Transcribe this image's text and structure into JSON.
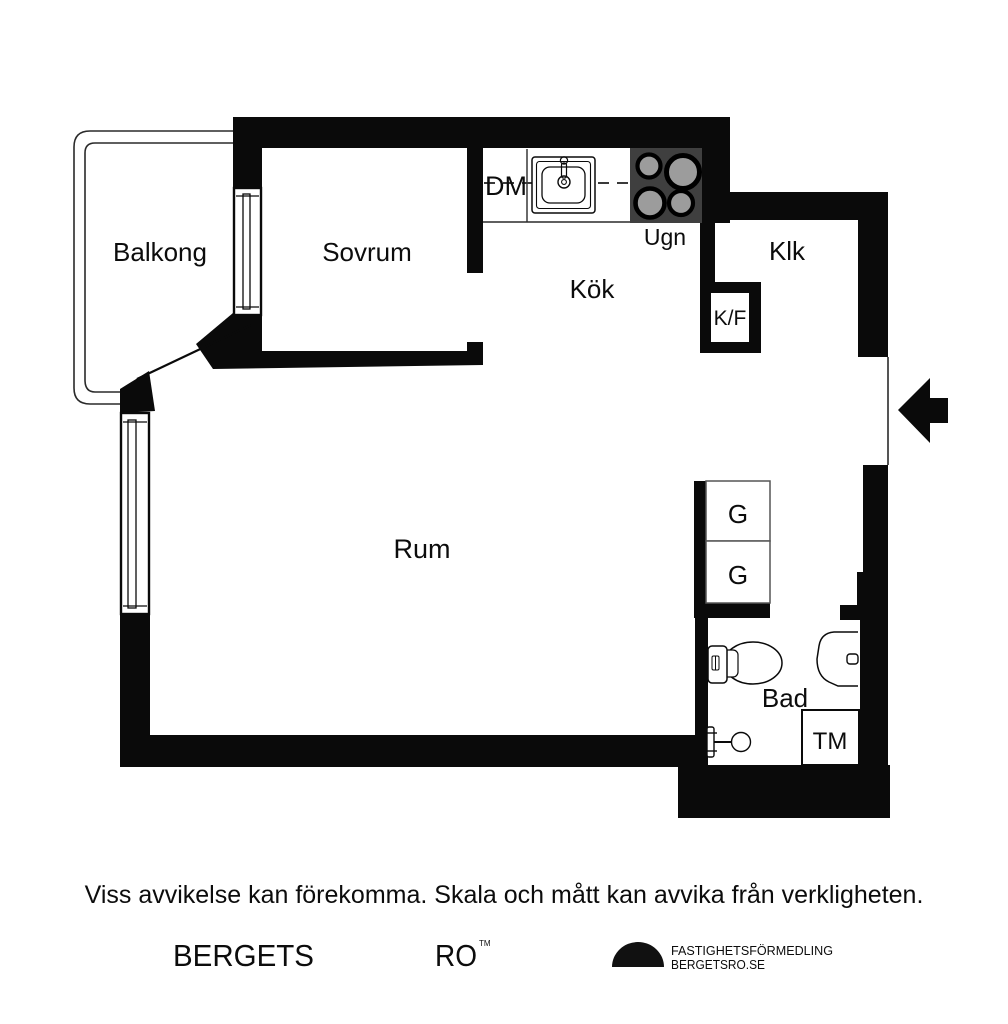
{
  "floorplan": {
    "labels": {
      "balcony": "Balkong",
      "bedroom": "Sovrum",
      "kitchen": "Kök",
      "dishwasher": "DM",
      "oven": "Ugn",
      "closet": "Klk",
      "fridge": "K/F",
      "room": "Rum",
      "wardrobe1": "G",
      "wardrobe2": "G",
      "bath": "Bad",
      "washer": "TM"
    },
    "icons": {
      "sink": "kitchen-sink",
      "stove": "stove-4-burners",
      "toilet": "toilet",
      "basin": "washbasin",
      "shower": "shower-valve",
      "entry_arrow": "entry-arrow"
    },
    "colors": {
      "wall": "#0a0a0a",
      "stove_body": "#3f3f3f",
      "burner_fill": "#9c9c9c",
      "background": "#ffffff",
      "thin_line": "#2a2a2a"
    }
  },
  "footer": {
    "disclaimer": "Viss avvikelse kan förekomma. Skala och mått kan avvika från verkligheten.",
    "brand_left": "BERGETS",
    "brand_right": "RO",
    "trademark": "TM",
    "agency_line1": "FASTIGHETSFÖRMEDLING",
    "agency_line2": "BERGETSRO.SE"
  }
}
